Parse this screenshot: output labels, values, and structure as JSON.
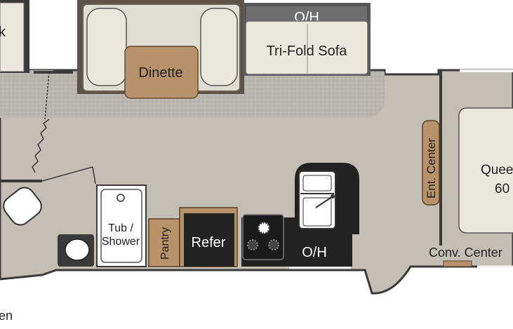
{
  "labels": {
    "bunk_partial": "k",
    "dinette": "Dinette",
    "overhead_top": "O/H",
    "trifold_sofa": "Tri-Fold Sofa",
    "ent_center": "Ent. Center",
    "queen_line1": "Quee",
    "queen_line2": "60",
    "tub_line1": "Tub /",
    "tub_line2": "Shower",
    "pantry": "Pantry",
    "refer": "Refer",
    "overhead_bottom": "O/H",
    "conv_center": "Conv. Center",
    "bottom_partial": "en"
  },
  "colors": {
    "floor": "#c3bfb5",
    "carpet": "#b9b6b0",
    "wall": "#3a3a3a",
    "cushion": "#ebe9dd",
    "wood": "#b8926a",
    "dark": "#222222",
    "sofa_frame": "#555555"
  }
}
